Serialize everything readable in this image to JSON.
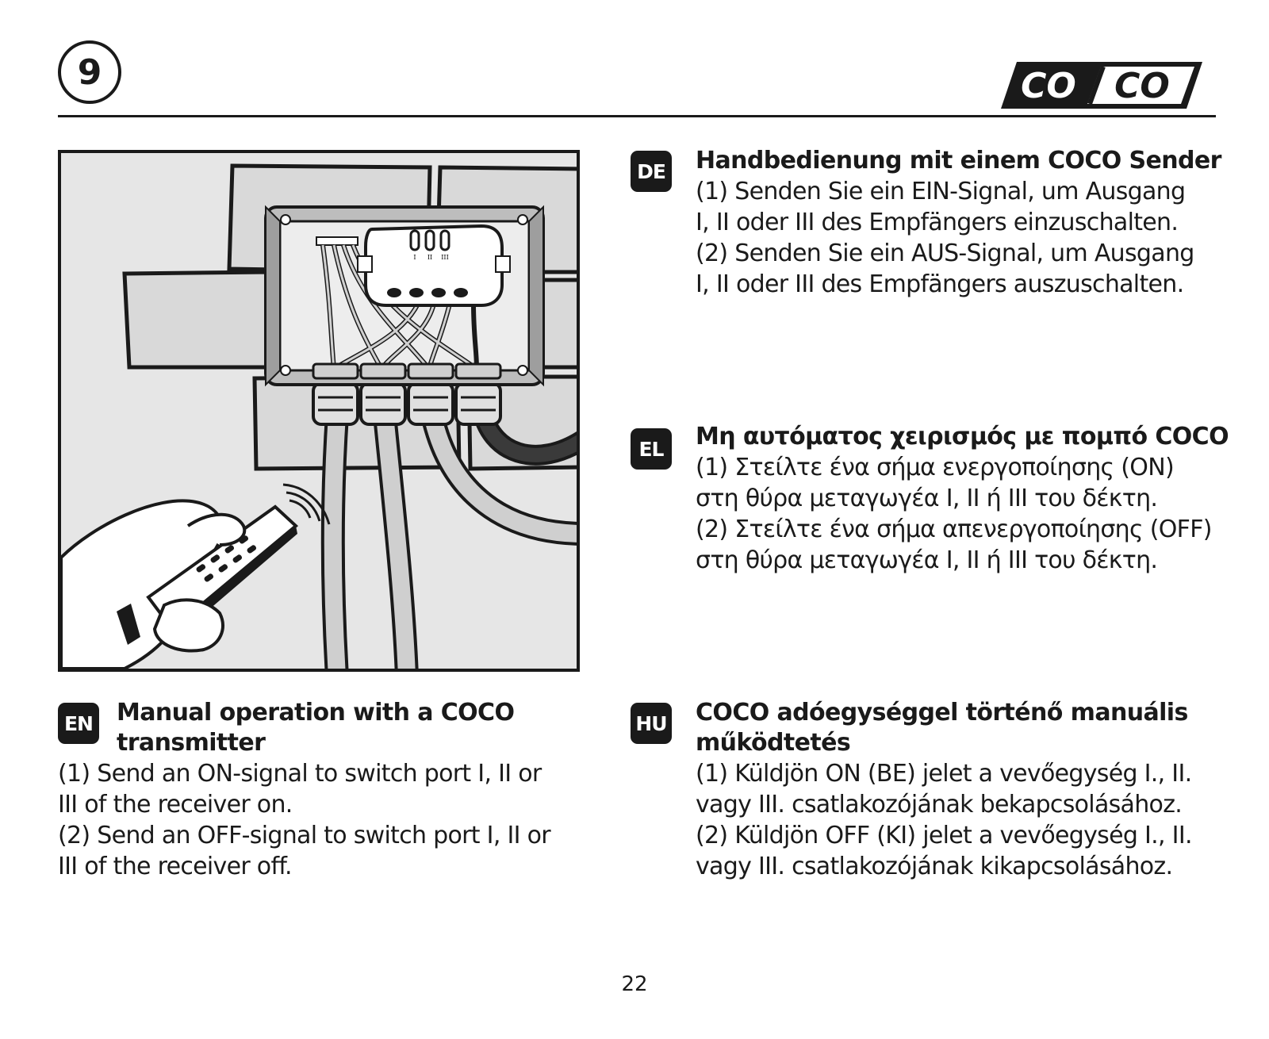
{
  "step": {
    "number": "9"
  },
  "brand": {
    "logo_text_left": "CO",
    "logo_text_right": "CO"
  },
  "sections": {
    "de": {
      "badge": "DE",
      "title": "Handbedienung mit einem COCO Sender",
      "lines": [
        "(1) Senden Sie ein EIN-Signal, um Ausgang",
        "I, II oder III des Empfängers einzuschalten.",
        "(2) Senden Sie ein AUS-Signal, um Ausgang",
        "I, II oder III des Empfängers auszuschalten."
      ]
    },
    "el": {
      "badge": "EL",
      "title": "Μη αυτόματος χειρισμός με πομπό COCO",
      "lines": [
        "(1) Στείλτε ένα σήμα ενεργοποίησης (ON)",
        "στη θύρα μεταγωγέα I, II ή III του δέκτη.",
        "(2) Στείλτε ένα σήμα απενεργοποίησης (OFF)",
        "στη θύρα μεταγωγέα I, II ή III του δέκτη."
      ]
    },
    "en": {
      "badge": "EN",
      "title_lines": [
        "Manual operation with a COCO",
        "transmitter"
      ],
      "lines": [
        "(1) Send an ON-signal to switch port I, II or",
        "III of the receiver on.",
        "(2) Send an OFF-signal to switch port I, II or",
        "III of the receiver off."
      ]
    },
    "hu": {
      "badge": "HU",
      "title_lines": [
        "COCO adóegységgel történő manuális",
        "működtetés"
      ],
      "lines": [
        "(1) Küldjön ON (BE) jelet a vevőegység I., II.",
        "vagy III. csatlakozójának bekapcsolásához.",
        "(2) Küldjön OFF (KI) jelet a vevőegység I., II.",
        "vagy III. csatlakozójának kikapcsolásához."
      ]
    }
  },
  "illustration": {
    "receiver_port_labels": [
      "I",
      "II",
      "III"
    ]
  },
  "page": {
    "number": "22"
  }
}
